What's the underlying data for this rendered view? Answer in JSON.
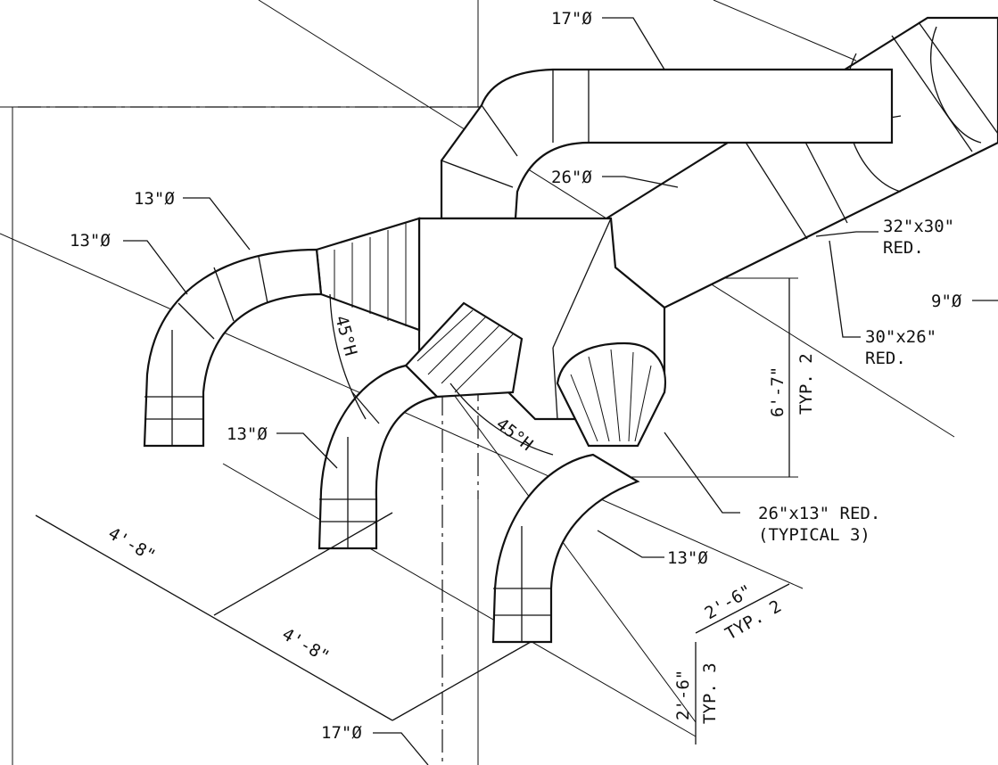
{
  "labels": {
    "d17_top": "17\"Ø",
    "d26_main": "26\"Ø",
    "d13_a": "13\"Ø",
    "d13_b": "13\"Ø",
    "d13_c": "13\"Ø",
    "d13_d": "13\"Ø",
    "d17_bottom": "17\"Ø",
    "d9": "9\"Ø",
    "red_32x30_a": "32\"x30\"",
    "red_32x30_b": "RED.",
    "red_30x26_a": "30\"x26\"",
    "red_30x26_b": "RED.",
    "red_26x13_a": "26\"x13\" RED.",
    "red_26x13_b": "(TYPICAL 3)",
    "ang_1": "45°H",
    "ang_2": "45°H",
    "dim_6_7": "6'-7\"",
    "dim_6_7_typ": "TYP. 2",
    "dim_4_8_a": "4'-8\"",
    "dim_4_8_b": "4'-8\"",
    "dim_2_6_a": "2'-6\"",
    "dim_2_6_a_typ": "TYP. 2",
    "dim_2_6_b": "2'-6\"",
    "dim_2_6_b_typ": "TYP. 3"
  }
}
